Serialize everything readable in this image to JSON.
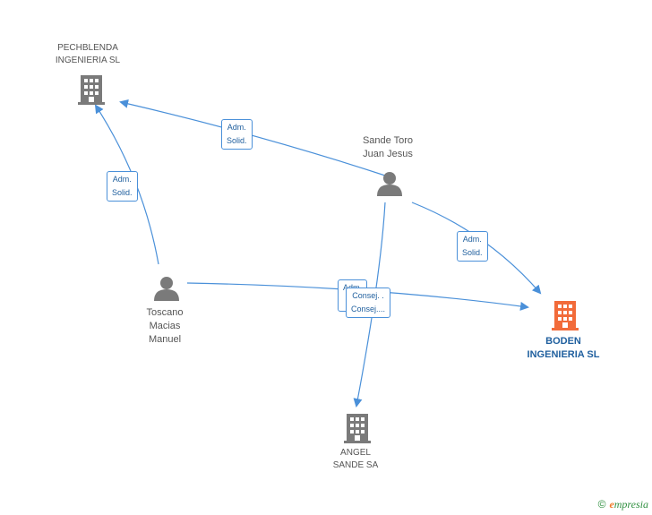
{
  "nodes": {
    "pechblenda": {
      "line1": "PECHBLENDA",
      "line2": "INGENIERIA SL",
      "icon": "building-icon"
    },
    "sande_toro": {
      "line1": "Sande Toro",
      "line2": "Juan Jesus",
      "icon": "person-icon"
    },
    "toscano": {
      "line1": "Toscano",
      "line2": "Macias",
      "line3": "Manuel",
      "icon": "person-icon"
    },
    "boden": {
      "line1": "BODEN",
      "line2": "INGENIERIA SL",
      "icon": "building-icon",
      "highlight": true
    },
    "angel": {
      "line1": "ANGEL",
      "line2": "SANDE SA",
      "icon": "building-icon"
    }
  },
  "edge_labels": {
    "sande_pech": {
      "l1": "Adm.",
      "l2": "Solid."
    },
    "toscano_pech": {
      "l1": "Adm.",
      "l2": "Solid."
    },
    "sande_boden": {
      "l1": "Adm.",
      "l2": "Solid."
    },
    "toscano_boden_back": {
      "l1": "Adm."
    },
    "toscano_boden": {
      "l1": "Consej. .",
      "l2": "Consej...."
    }
  },
  "footer": {
    "copyright": "©",
    "brand_e": "e",
    "brand_rest": "mpresia"
  },
  "colors": {
    "edge": "#4a90d9",
    "node_grey": "#7a7a7a",
    "focus_orange": "#f26b3a",
    "label_blue": "#1f5f9e"
  }
}
